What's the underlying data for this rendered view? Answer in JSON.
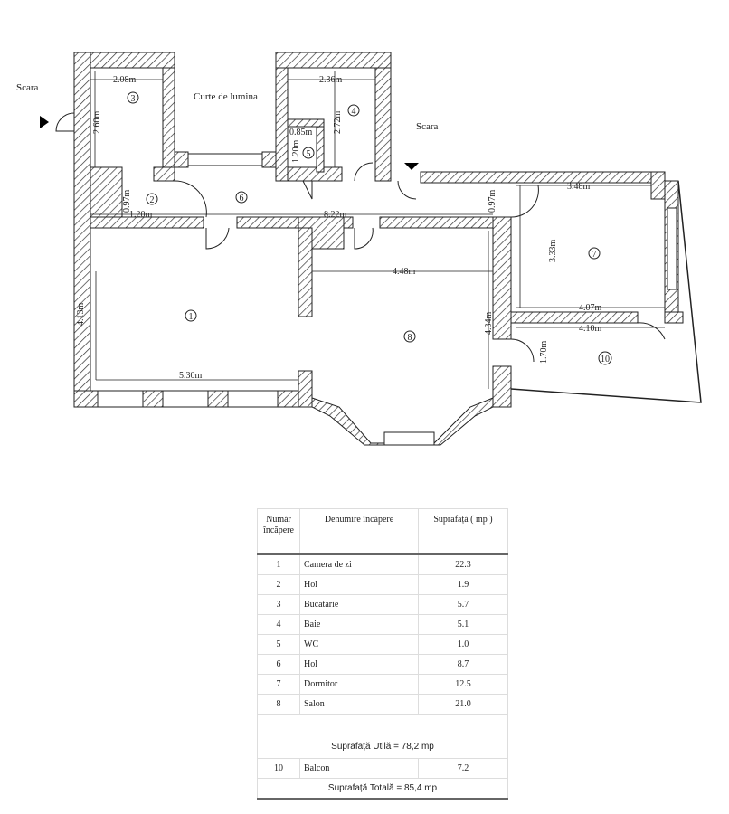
{
  "plan": {
    "labels": {
      "stair_left": "Scara",
      "stair_right": "Scara",
      "courtyard": "Curte de lumina"
    },
    "rooms": [
      "1",
      "2",
      "3",
      "4",
      "5",
      "6",
      "7",
      "8",
      "10"
    ],
    "dimensions": {
      "d1": "2.08m",
      "d2": "2.60m",
      "d3": "2.36m",
      "d4": "2.72m",
      "d5": "0.85m",
      "d6": "1.20m",
      "d7": "0.97m",
      "d8": "1.20m",
      "d9": "8.22m",
      "d10": "0.97m",
      "d11": "3.48m",
      "d12": "3.33m",
      "d13": "4.07m",
      "d14": "4.10m",
      "d15": "1.70m",
      "d16": "4.13m",
      "d17": "5.30m",
      "d18": "4.48m",
      "d19": "4.34m"
    }
  },
  "table": {
    "headers": [
      "Număr încăpere",
      "Denumire încăpere",
      "Suprafață ( mp )"
    ],
    "rows": [
      {
        "num": "1",
        "name": "Camera de zi",
        "area": "22.3"
      },
      {
        "num": "2",
        "name": "Hol",
        "area": "1.9"
      },
      {
        "num": "3",
        "name": "Bucatarie",
        "area": "5.7"
      },
      {
        "num": "4",
        "name": "Baie",
        "area": "5.1"
      },
      {
        "num": "5",
        "name": "WC",
        "area": "1.0"
      },
      {
        "num": "6",
        "name": "Hol",
        "area": "8.7"
      },
      {
        "num": "7",
        "name": "Dormitor",
        "area": "12.5"
      },
      {
        "num": "8",
        "name": "Salon",
        "area": "21.0"
      }
    ],
    "useful_area": "Suprafață Utilă =  78,2 mp",
    "balcony": {
      "num": "10",
      "name": "Balcon",
      "area": "7.2"
    },
    "total_area": "Suprafață Totală =  85,4 mp"
  }
}
